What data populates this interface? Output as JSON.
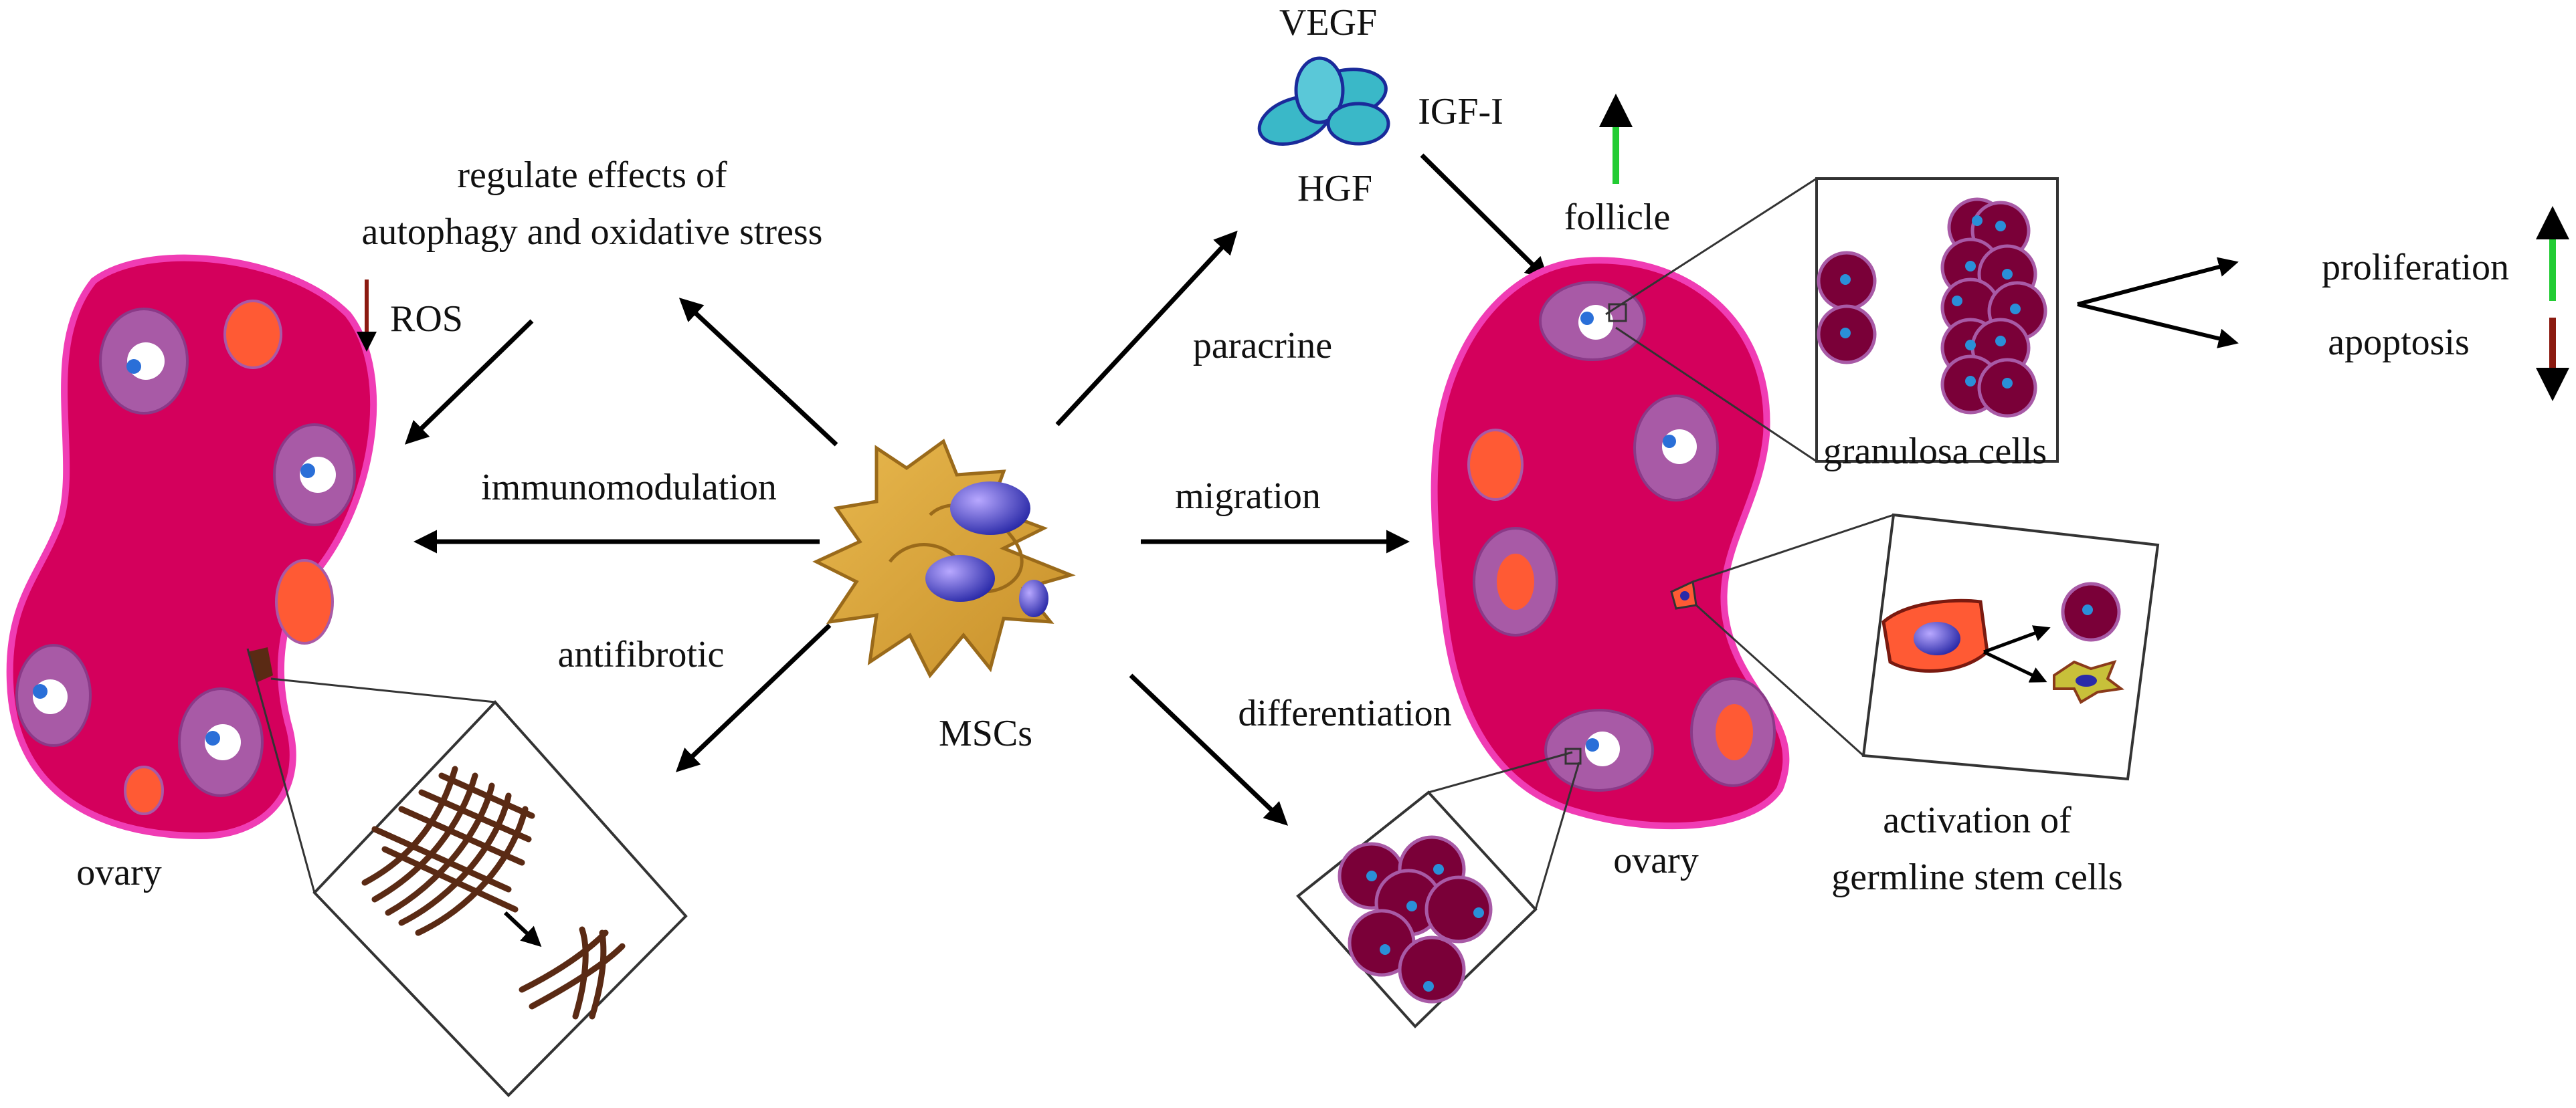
{
  "labels": {
    "regulate_line1": "regulate effects of",
    "regulate_line2": "autophagy and oxidative stress",
    "ros": "ROS",
    "immunomodulation": "immunomodulation",
    "antifibrotic": "antifibrotic",
    "ovary_left": "ovary",
    "mscs": "MSCs",
    "vegf": "VEGF",
    "igf": "IGF-I",
    "hgf": "HGF",
    "paracrine": "paracrine",
    "migration": "migration",
    "differentiation": "differentiation",
    "follicle": "follicle",
    "granulosa": "granulosa cells",
    "proliferation": "proliferation",
    "apoptosis": "apoptosis",
    "ovary_right": "ovary",
    "activation_line1": "activation of",
    "activation_line2": "germline stem cells"
  },
  "colors": {
    "ovary_fill": "#d4005c",
    "ovary_stroke": "#f03cb4",
    "follicle_ring": "#a85aa6",
    "corpus": "#ff5a34",
    "cell_fill": "#7a0038",
    "nucleus": "#2a8fd8",
    "msc_fill": "#d9a53c",
    "msc_nucleus": "#2a2aa8",
    "growth_factor": "#3ab8c8",
    "up_arrow": "#22cc33",
    "down_arrow": "#8b1a10",
    "fibers": "#5a2a14"
  },
  "icons": [
    "ovary-icon",
    "follicle-icon",
    "msc-cluster-icon",
    "growth-factor-icon",
    "fibrosis-icon",
    "granulosa-cell-icon",
    "germline-stem-cell-icon"
  ]
}
